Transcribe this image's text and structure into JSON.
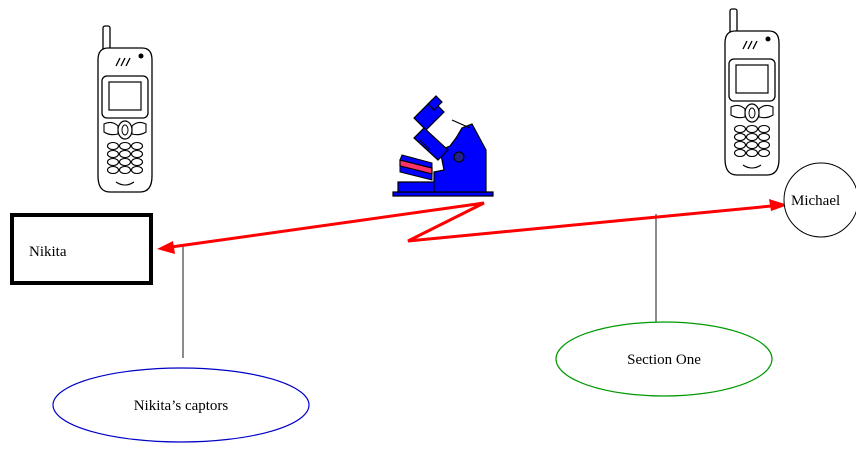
{
  "nodes": {
    "nikita": {
      "label": "Nikita"
    },
    "michael": {
      "label": "Michael"
    },
    "nikitas_captors": {
      "label": "Nikita’s captors",
      "stroke": "#0000c8"
    },
    "section_one": {
      "label": "Section One",
      "stroke": "#009900"
    }
  },
  "icons": {
    "phone_left": "mobile-phone-icon",
    "phone_right": "mobile-phone-icon",
    "microscope": "microscope-icon"
  },
  "colors": {
    "signal": "#ff0000",
    "microscope": "#0000ff",
    "microscope_accent": "#ff3366",
    "microscope_dark": "#222288"
  }
}
